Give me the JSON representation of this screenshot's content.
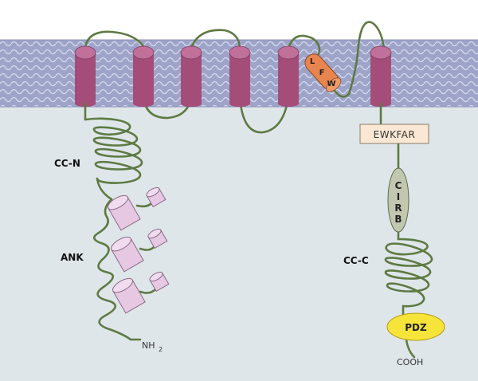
{
  "diagram": {
    "labels": {
      "cc_n": "CC-N",
      "ank": "ANK",
      "nh2": "NH",
      "nh2_sub": "2",
      "ewkfar": "EWKFAR",
      "cirb": [
        "C",
        "I",
        "R",
        "B"
      ],
      "cc_c": "CC-C",
      "pdz": "PDZ",
      "cooh": "COOH",
      "lfw": [
        "L",
        "F",
        "W"
      ]
    },
    "colors": {
      "membrane_fill": "#9ea4c8",
      "membrane_wave": "#cfd4ea",
      "cytoplasm": "#dfe6ea",
      "tm_helix": "#a34d78",
      "tm_helix_top": "#c07099",
      "chain": "#5e7a42",
      "lfw_helix": "#e8844e",
      "ank_repeat": "#e6c8e2",
      "ewkfar_box": "#fbe8d4",
      "cirb_oval": "#c2c8b0",
      "pdz_oval": "#f6e43a"
    }
  }
}
